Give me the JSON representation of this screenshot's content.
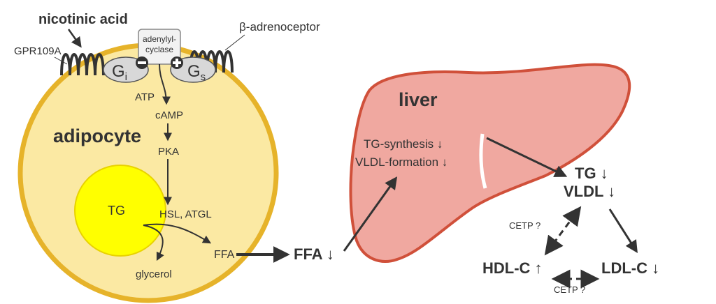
{
  "labels": {
    "nicotinic_acid": "nicotinic acid",
    "gpr109a": "GPR109A",
    "adenylyl_cyclase_1": "adenylyl-",
    "adenylyl_cyclase_2": "cyclase",
    "gi": "G",
    "gi_sub": "i",
    "gs": "G",
    "gs_sub": "s",
    "beta_adrenoceptor": "β-adrenoceptor",
    "atp": "ATP",
    "camp": "cAMP",
    "adipocyte": "adipocyte",
    "pka": "PKA",
    "tg_cell": "TG",
    "hsl_atgl": "HSL, ATGL",
    "ffa_cell": "FFA",
    "glycerol": "glycerol",
    "ffa_plasma": "FFA ↓",
    "liver": "liver",
    "tg_synthesis": "TG-synthesis ↓",
    "vldl_formation": "VLDL-formation ↓",
    "tg_plasma": "TG ↓",
    "vldl_plasma": "VLDL ↓",
    "cetp_1": "CETP ?",
    "hdl_c": "HDL-C ↑",
    "ldl_c": "LDL-C ↓",
    "cetp_2": "CETP ?"
  },
  "colors": {
    "adipocyte_fill": "#fbe9a3",
    "adipocyte_stroke": "#e6b32a",
    "tg_droplet": "#ffff00",
    "liver_fill": "#f0a8a0",
    "liver_stroke": "#d0503a",
    "arrow": "#333333",
    "gprotein_fill": "#d8d8d8"
  }
}
